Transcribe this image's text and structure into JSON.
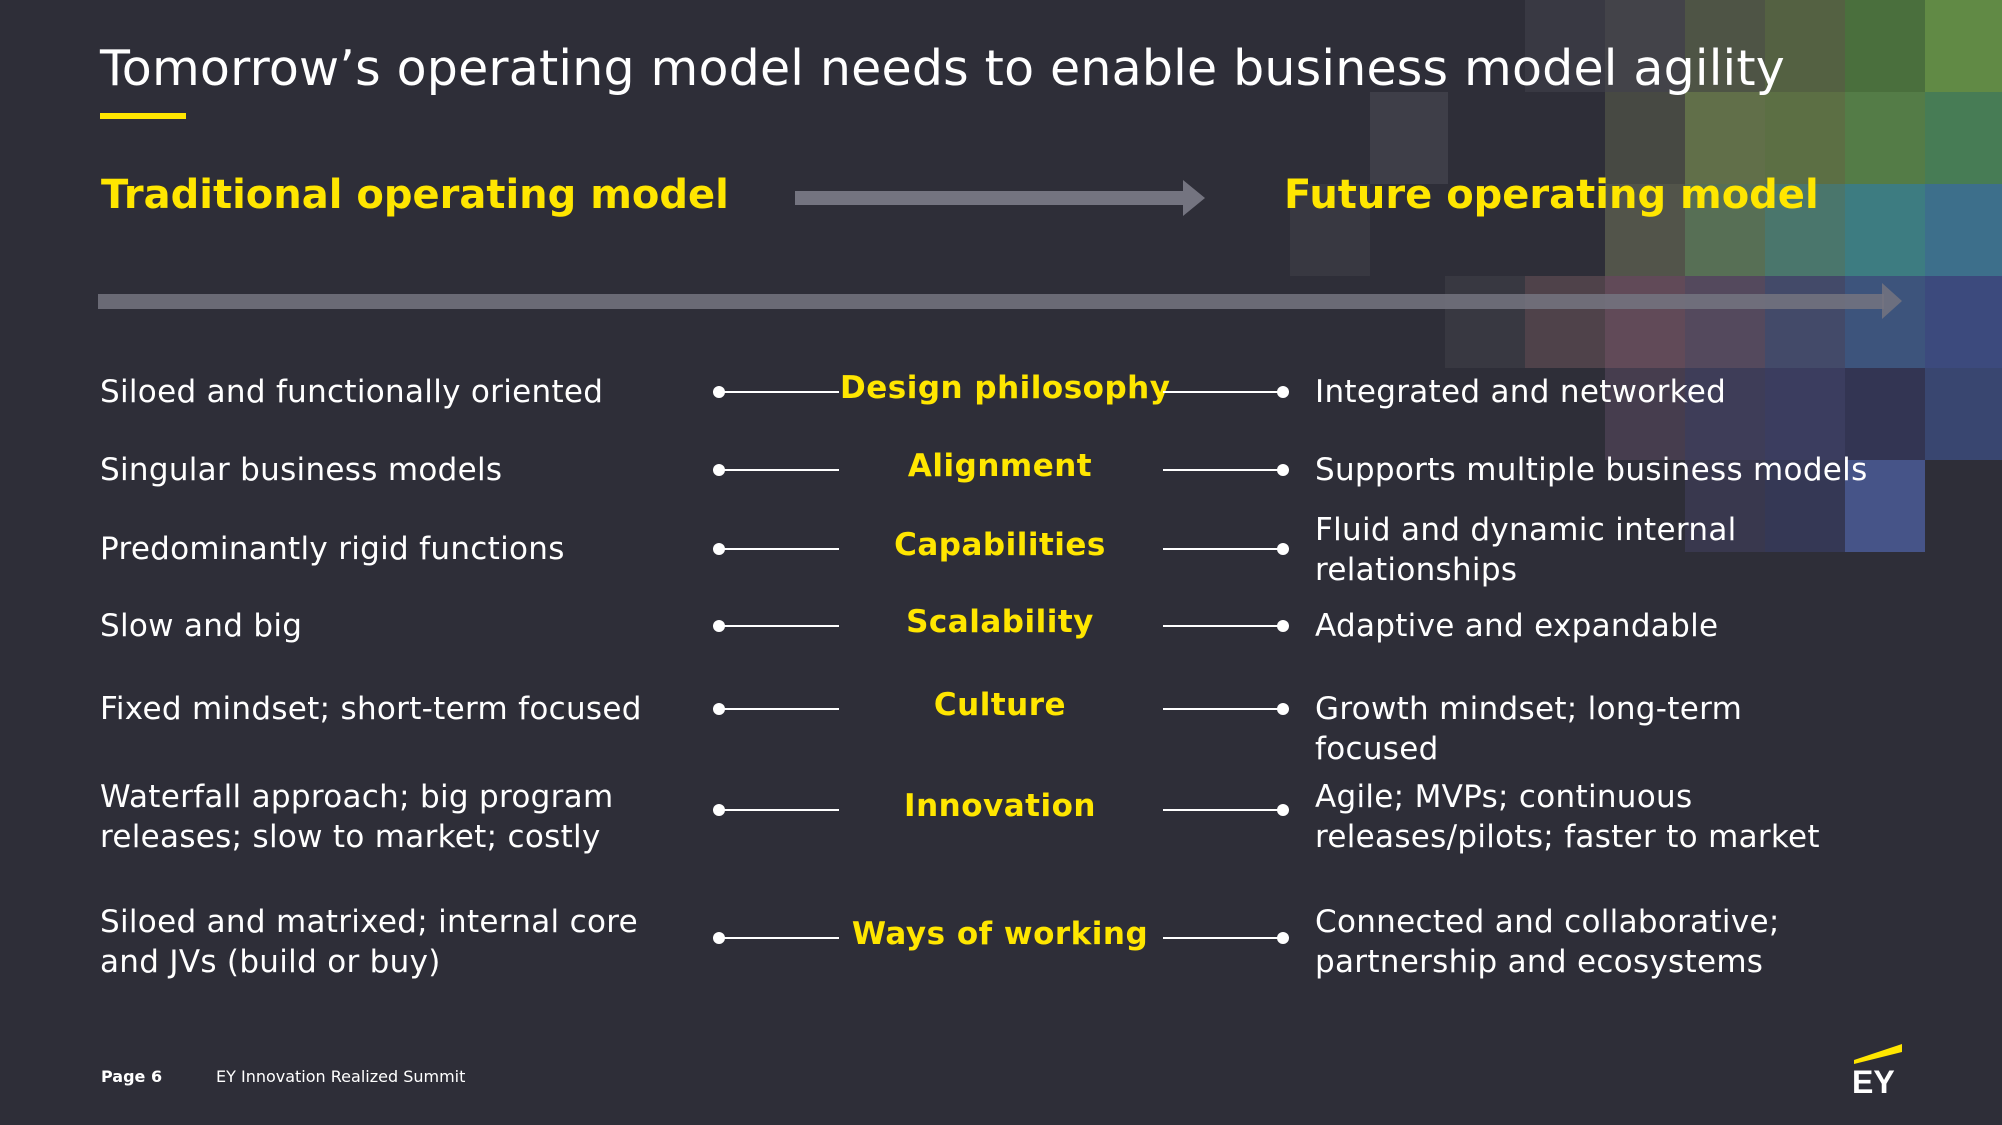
{
  "slide": {
    "title": "Tomorrow’s operating model needs to enable business model agility",
    "left_heading": "Traditional operating model",
    "right_heading": "Future operating model"
  },
  "rows": [
    {
      "left": "Siloed and functionally oriented",
      "center": "Design philosophy",
      "right": "Integrated and networked"
    },
    {
      "left": "Singular business models",
      "center": "Alignment",
      "right": "Supports multiple business models"
    },
    {
      "left": "Predominantly rigid functions",
      "center": "Capabilities",
      "right": "Fluid and dynamic internal relationships"
    },
    {
      "left": "Slow and big",
      "center": "Scalability",
      "right": "Adaptive and expandable"
    },
    {
      "left": "Fixed mindset; short-term focused",
      "center": "Culture",
      "right": "Growth mindset; long-term focused"
    },
    {
      "left": "Waterfall approach; big program releases; slow to market; costly",
      "center": "Innovation",
      "right": "Agile; MVPs; continuous releases/pilots; faster to market"
    },
    {
      "left": "Siloed and matrixed; internal core and JVs (build or buy)",
      "center": "Ways of working",
      "right": "Connected and collaborative; partnership and ecosystems"
    }
  ],
  "footer": {
    "page": "Page 6",
    "event": "EY Innovation Realized Summit"
  },
  "logo": {
    "text": "EY"
  },
  "colors": {
    "background": "#2e2e38",
    "accent_yellow": "#ffe600",
    "arrow_gray": "#747480",
    "text": "#ffffff"
  }
}
